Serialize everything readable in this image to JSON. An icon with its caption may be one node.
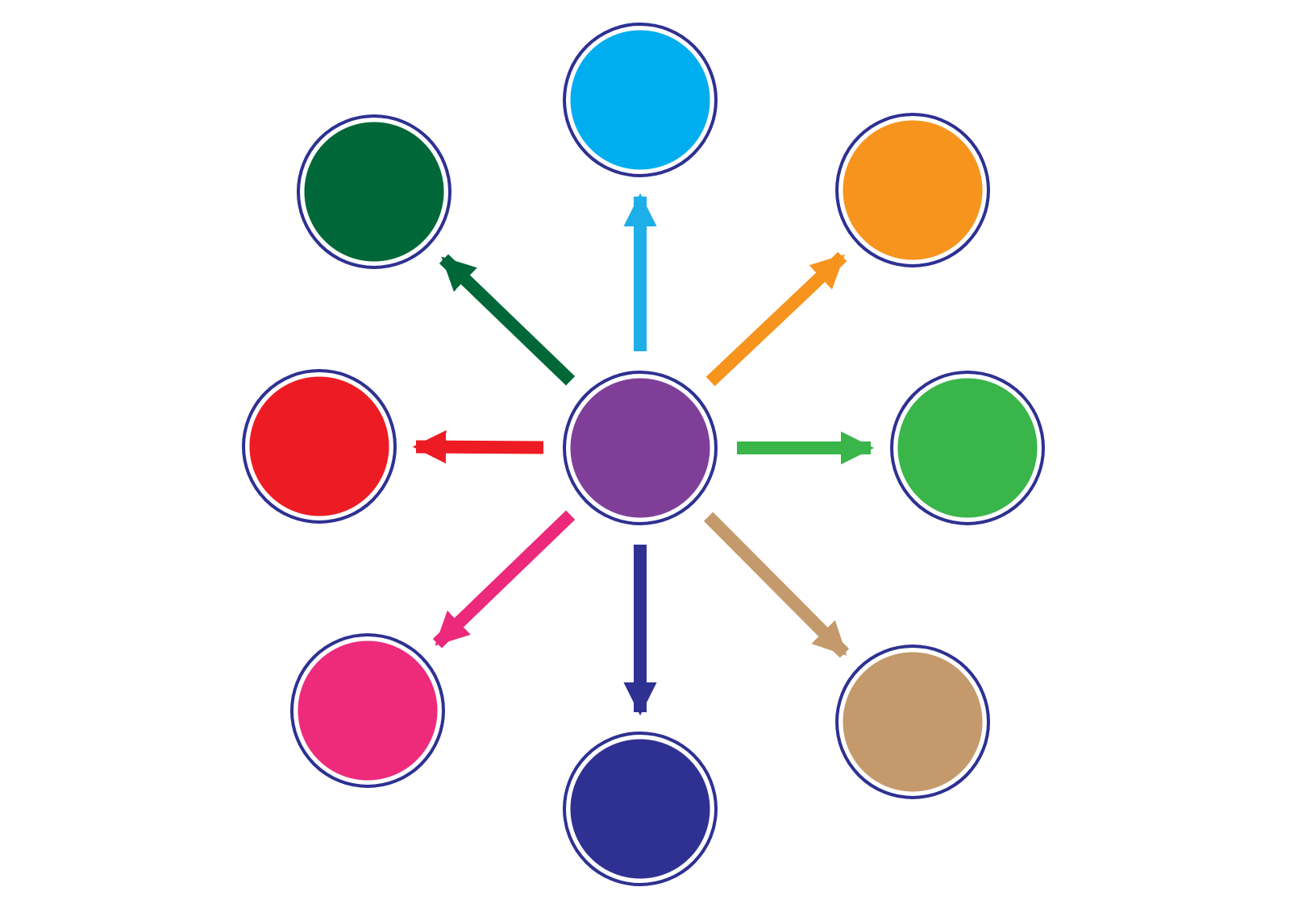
{
  "diagram": {
    "nodes": [
      {
        "text": [],
        "shape": "circle"
      },
      {
        "text": [],
        "shape": "circle"
      },
      {
        "text": [],
        "shape": "circle"
      },
      {
        "text": [],
        "shape": "circle"
      },
      {
        "text": [],
        "shape": "circle"
      },
      {
        "text": [],
        "shape": "circle"
      },
      {
        "text": [],
        "shape": "circle"
      },
      {
        "text": [],
        "shape": "circle"
      },
      {
        "text": [],
        "shape": "circle"
      }
    ],
    "edges": [
      {
        "from": 4,
        "to": 0,
        "arrow": "to",
        "color": "#1eaee8"
      },
      {
        "from": 4,
        "to": 2,
        "arrow": "to",
        "color": "#f7941d"
      },
      {
        "from": 4,
        "to": 5,
        "arrow": "to",
        "color": "#39b54a"
      },
      {
        "from": 4,
        "to": 7,
        "arrow": "to",
        "color": "#c49a6c"
      },
      {
        "from": 4,
        "to": 8,
        "arrow": "to",
        "color": "#2e3192"
      },
      {
        "from": 4,
        "to": 6,
        "arrow": "to",
        "color": "#ec297b"
      },
      {
        "from": 4,
        "to": 3,
        "arrow": "to",
        "color": "#ed1c24"
      },
      {
        "from": 4,
        "to": 1,
        "arrow": "to",
        "color": "#006838"
      }
    ]
  }
}
